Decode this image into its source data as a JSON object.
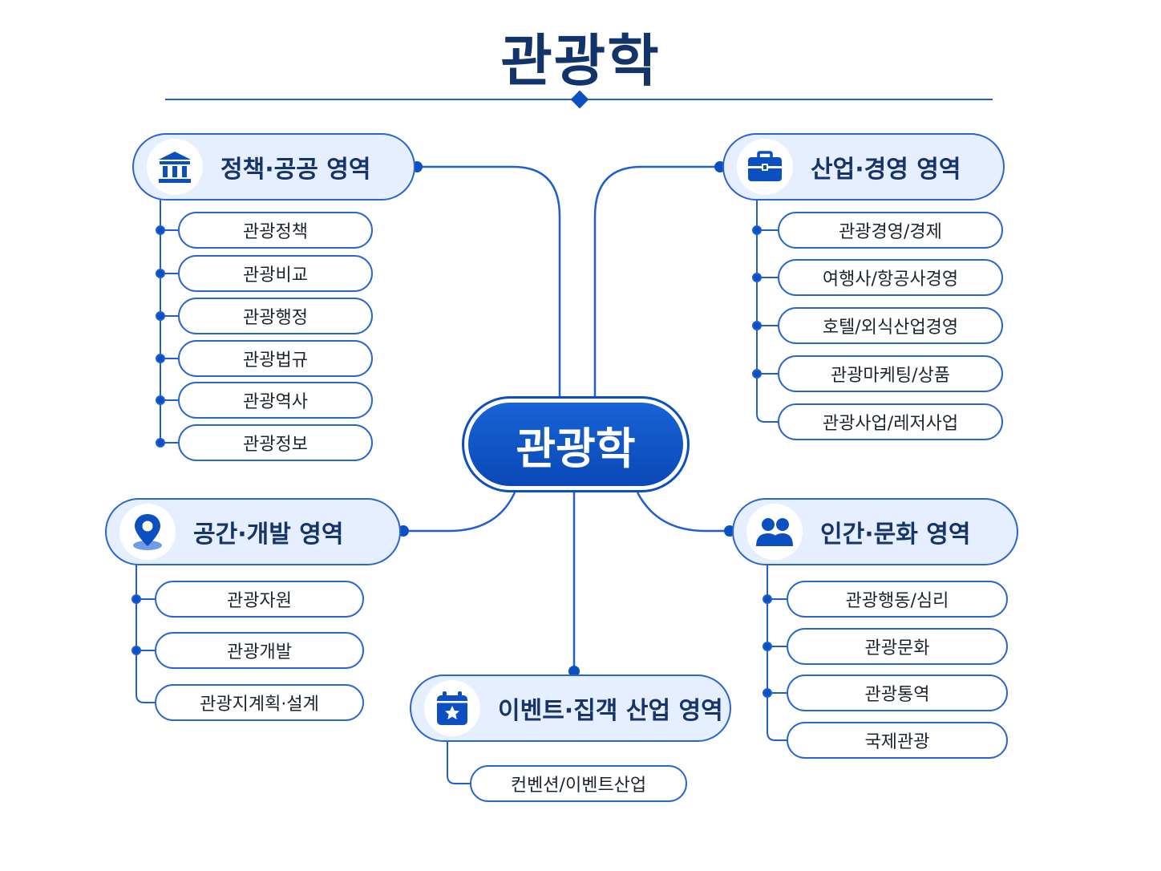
{
  "title": "관광학",
  "center": "관광학",
  "colors": {
    "primary": "#0b4fc0",
    "navy": "#13336b",
    "line": "#1f5fcf",
    "panel": "#e6efff"
  },
  "categories": [
    {
      "id": "policy",
      "label": "정책·공공 영역",
      "icon": "government-building-icon",
      "items": [
        "관광정책",
        "관광비교",
        "관광행정",
        "관광법규",
        "관광역사",
        "관광정보"
      ]
    },
    {
      "id": "industry",
      "label": "산업·경영 영역",
      "icon": "briefcase-icon",
      "items": [
        "관광경영/경제",
        "여행사/항공사경영",
        "호텔/외식산업경영",
        "관광마케팅/상품",
        "관광사업/레저사업"
      ]
    },
    {
      "id": "space",
      "label": "공간·개발 영역",
      "icon": "location-pin-icon",
      "items": [
        "관광자원",
        "관광개발",
        "관광지계획·설계"
      ]
    },
    {
      "id": "human",
      "label": "인간·문화 영역",
      "icon": "people-icon",
      "items": [
        "관광행동/심리",
        "관광문화",
        "관광통역",
        "국제관광"
      ]
    },
    {
      "id": "event",
      "label": "이벤트·집객 산업 영역",
      "icon": "calendar-star-icon",
      "items": [
        "컨벤션/이벤트산업"
      ]
    }
  ]
}
